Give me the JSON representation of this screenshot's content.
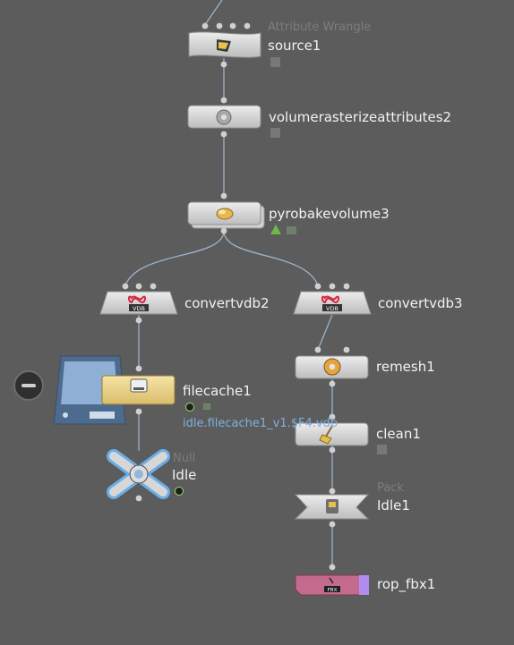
{
  "network": {
    "nodes": [
      {
        "id": "source1",
        "name": "source1",
        "type_label": "Attribute Wrangle",
        "icon": "wrangle-icon"
      },
      {
        "id": "vra2",
        "name": "volumerasterizeattributes2",
        "icon": "gear-icon"
      },
      {
        "id": "pyro3",
        "name": "pyrobakevolume3",
        "icon": "fire-icon"
      },
      {
        "id": "cvdb2",
        "name": "convertvdb2",
        "icon": "vdb-icon",
        "badge": "VDB"
      },
      {
        "id": "cvdb3",
        "name": "convertvdb3",
        "icon": "vdb-icon",
        "badge": "VDB"
      },
      {
        "id": "remesh1",
        "name": "remesh1",
        "icon": "donut-icon"
      },
      {
        "id": "filecache1",
        "name": "filecache1",
        "icon": "disk-icon",
        "path": "idle.filecache1_v1.$F4.vdb"
      },
      {
        "id": "clean1",
        "name": "clean1",
        "icon": "broom-icon"
      },
      {
        "id": "null_idle",
        "name": "Idle",
        "type_label": "Null",
        "icon": "null-icon"
      },
      {
        "id": "pack_idle1",
        "name": "Idle1",
        "type_label": "Pack",
        "icon": "pack-icon"
      },
      {
        "id": "rop_fbx1",
        "name": "rop_fbx1",
        "icon": "rop-icon",
        "badge": "FBX"
      }
    ]
  },
  "colors": {
    "background": "#5c5c5c",
    "node_fill": "#d9d9d9",
    "wire": "#9bb3cc",
    "filecache": "#ecd48f",
    "rop": "#c46a8c",
    "rop_flag": "#b38cf0"
  }
}
